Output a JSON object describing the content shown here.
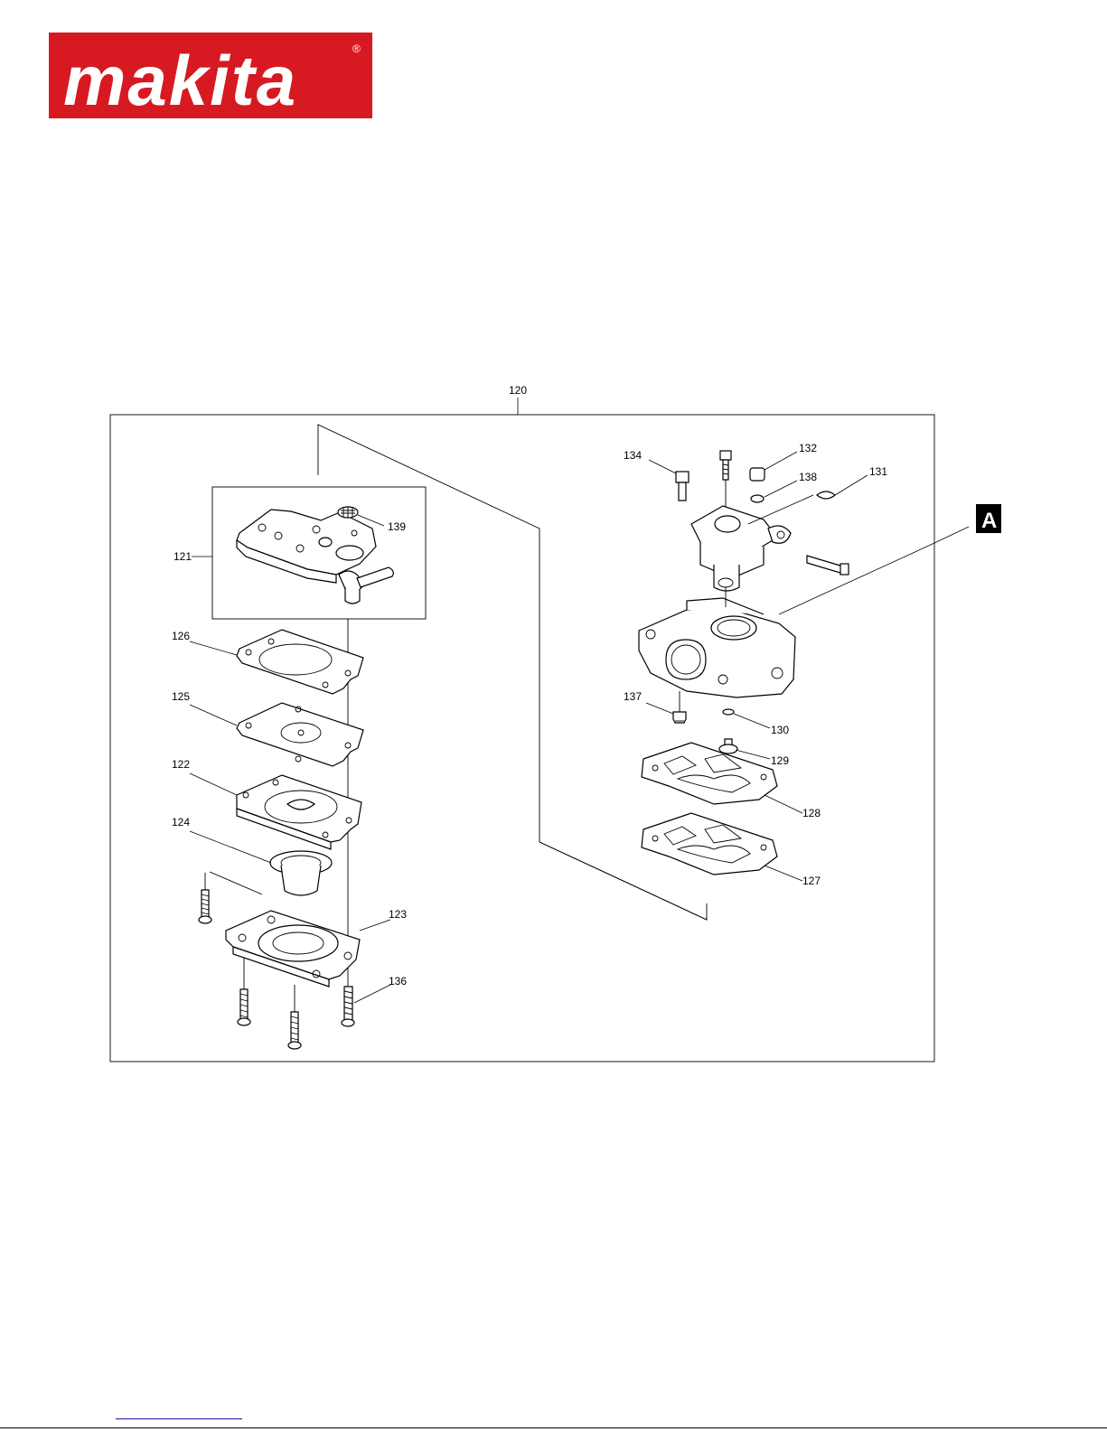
{
  "brand": {
    "name": "makita",
    "registered": "®",
    "color": "#d71921"
  },
  "diagram": {
    "assembly_label": "120",
    "view_marker": "A",
    "parts": [
      "121",
      "122",
      "123",
      "124",
      "125",
      "126",
      "127",
      "128",
      "129",
      "130",
      "131",
      "132",
      "134",
      "136",
      "137",
      "138",
      "139"
    ]
  }
}
